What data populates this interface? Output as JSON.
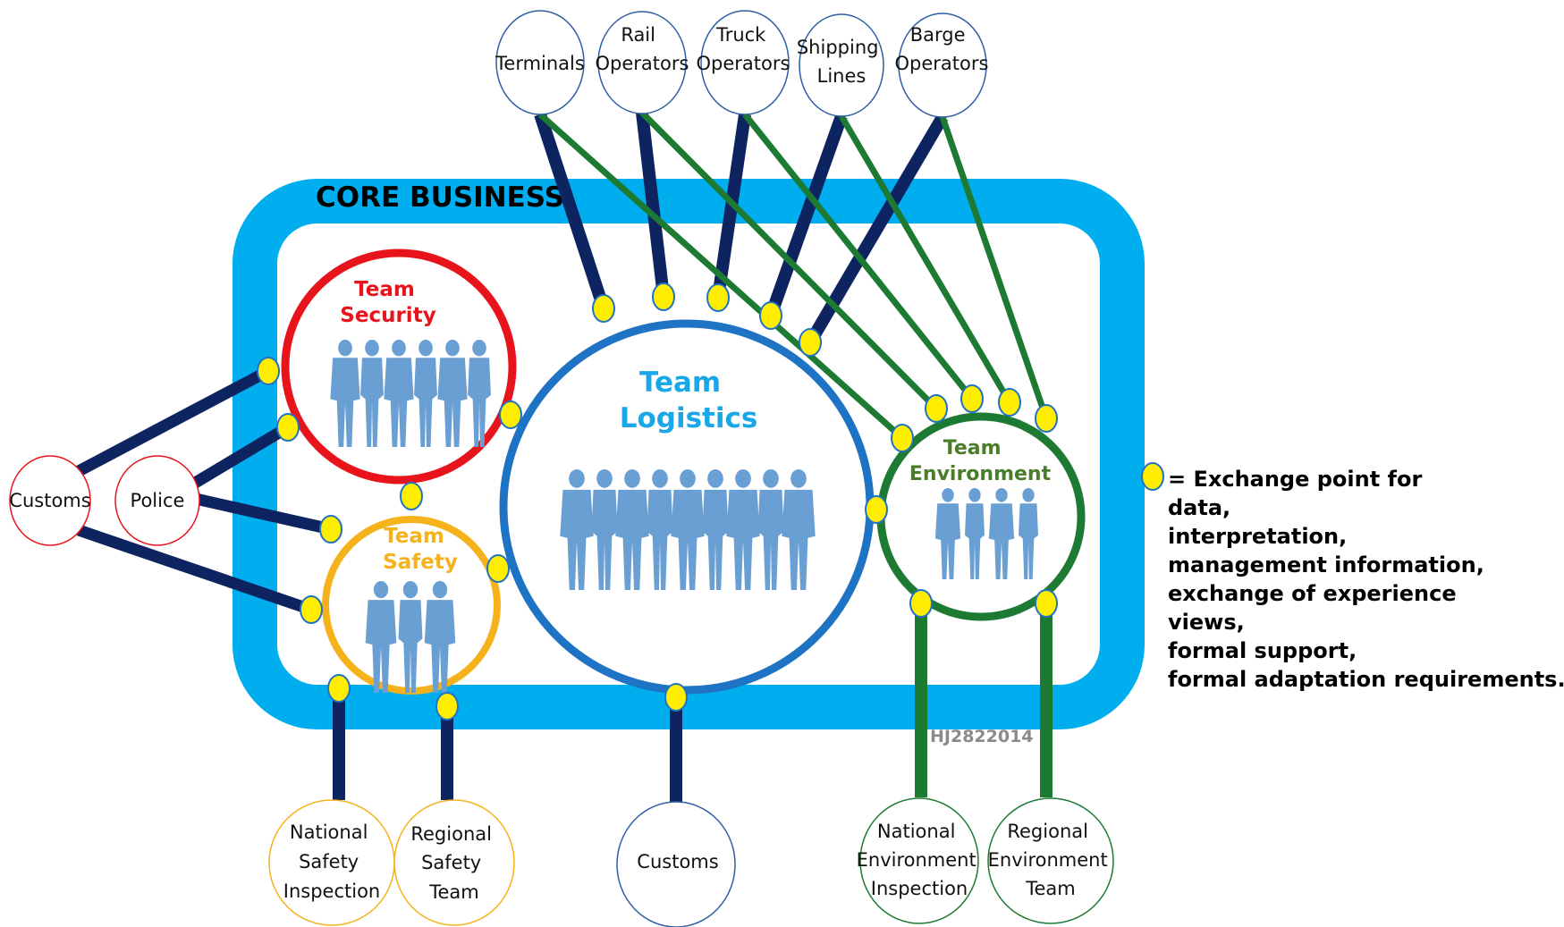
{
  "core_business": {
    "title": "CORE BUSINESS"
  },
  "watermark": "HJ2822014",
  "teams": {
    "security": {
      "lines": [
        "Team",
        "Security"
      ],
      "color": "#e8141c",
      "figures": 6
    },
    "safety": {
      "lines": [
        "Team",
        "Safety"
      ],
      "color": "#f5b21a",
      "figures": 3
    },
    "logistics": {
      "lines": [
        "Team",
        "Logistics"
      ],
      "color": "#1aa7e8",
      "ring_color": "#1f73c4",
      "figures": 9
    },
    "environment": {
      "lines": [
        "Team",
        "Environment"
      ],
      "color": "#4a7d2a",
      "ring_color": "#1d7a33",
      "figures": 4
    }
  },
  "external": {
    "terminals": {
      "lines": [
        "Terminals"
      ]
    },
    "rail": {
      "lines": [
        "Rail",
        "Operators"
      ]
    },
    "truck": {
      "lines": [
        "Truck",
        "Operators"
      ]
    },
    "shipping": {
      "lines": [
        "Shipping",
        "Lines"
      ]
    },
    "barge": {
      "lines": [
        "Barge",
        "Operators"
      ]
    },
    "customs_left": {
      "lines": [
        "Customs"
      ]
    },
    "police": {
      "lines": [
        "Police"
      ]
    },
    "nat_safety": {
      "lines": [
        "National",
        "Safety",
        "Inspection"
      ]
    },
    "reg_safety": {
      "lines": [
        "Regional",
        "Safety",
        "Team"
      ]
    },
    "customs_bottom": {
      "lines": [
        "Customs"
      ]
    },
    "nat_environment": {
      "lines": [
        "National",
        "Environment",
        "Inspection"
      ]
    },
    "reg_environment": {
      "lines": [
        "Regional",
        "Environment",
        "Team"
      ]
    }
  },
  "legend": {
    "lines": [
      "= Exchange point for",
      "data,",
      "interpretation,",
      "management information,",
      "exchange of experience",
      "views,",
      "formal support,",
      "formal adaptation requirements."
    ]
  },
  "colors": {
    "core_frame": "#00aeef",
    "navy_link": "#0d2460",
    "green_link": "#1d7a33",
    "exchange_point": "#ffee00",
    "figure": "#6a9fd4",
    "outer_blue": "#2e5fa4"
  }
}
